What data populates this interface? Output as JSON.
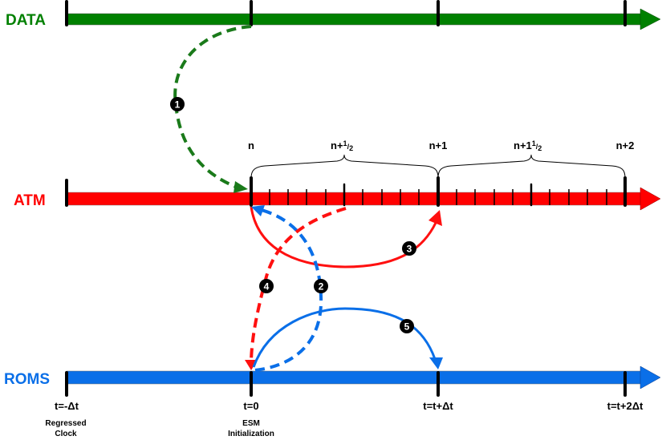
{
  "timelines": {
    "data": {
      "label": "DATA",
      "color": "#008000"
    },
    "atm": {
      "label": "ATM",
      "color": "#ff0000"
    },
    "roms": {
      "label": "ROMS",
      "color": "#0a6fe8"
    }
  },
  "atm_steps": {
    "n": "n",
    "n_half": "n+",
    "n_half_frac_num": "1",
    "n_half_frac_den": "2",
    "n1": "n+1",
    "n1_half": "n+1",
    "n1_half_frac_num": "1",
    "n1_half_frac_den": "2",
    "n2": "n+2"
  },
  "roms_times": {
    "t_minus": "t=-Δt",
    "t_zero": "t=0",
    "t_plus": "t=t+Δt",
    "t_plus2": "t=t+2Δt"
  },
  "annotations": {
    "regressed_1": "Regressed",
    "regressed_2": "Clock",
    "esm_1": "ESM",
    "esm_2": "Initialization"
  },
  "steps": [
    "1",
    "2",
    "3",
    "4",
    "5"
  ],
  "colors": {
    "tick": "#000000",
    "marker_bg": "#000000",
    "marker_text": "#ffffff"
  }
}
